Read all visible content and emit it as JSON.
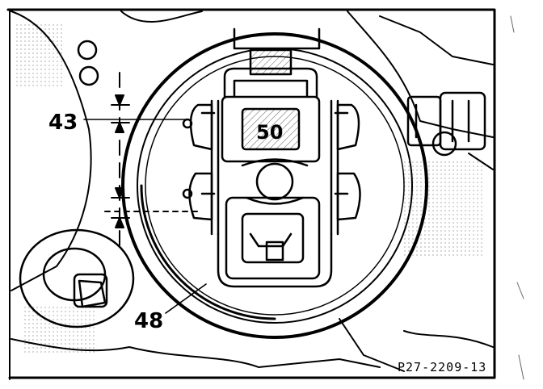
{
  "figure": {
    "reference_code": "P27-2209-13",
    "callouts": [
      {
        "id": "43",
        "label": "43"
      },
      {
        "id": "50",
        "label": "50"
      },
      {
        "id": "48",
        "label": "48"
      }
    ]
  },
  "colors": {
    "ink": "#000000",
    "paper": "#ffffff"
  }
}
